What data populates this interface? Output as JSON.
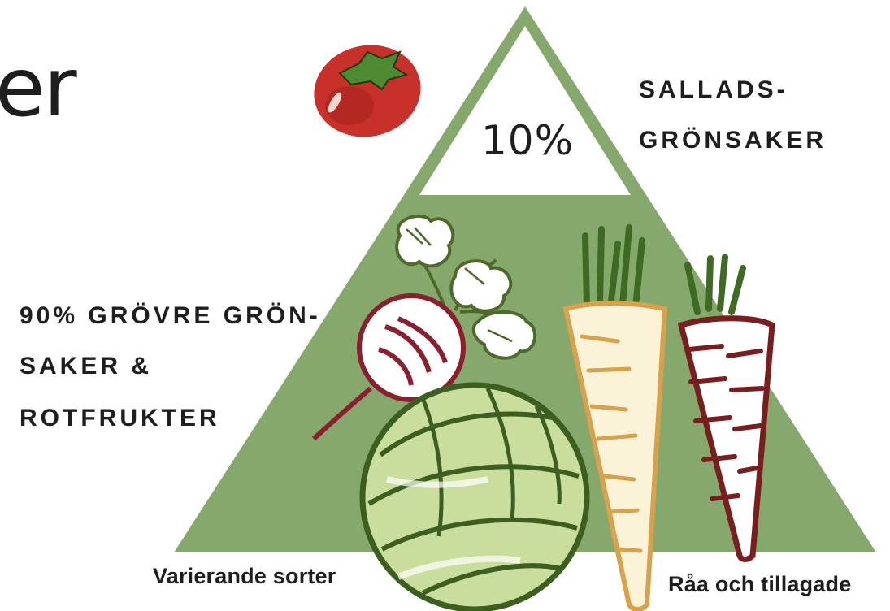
{
  "title_fragment": "er",
  "pyramid": {
    "top_percent": "10%",
    "top_label_line1": "SALLADS-",
    "top_label_line2": "GRÖNSAKER",
    "bottom_label_line1": "90% GRÖVRE GRÖN-",
    "bottom_label_line2": "SAKER &",
    "bottom_label_line3": "ROTFRUKTER",
    "left_caption": "Varierande sorter",
    "right_caption": "Råa och tillagade"
  },
  "colors": {
    "pyramid_green": "#85a96c",
    "tomato_red": "#c8312a",
    "beet_red": "#8b1f2e",
    "leaf_green": "#5f8a3a",
    "cabbage_green": "#c9dd9c",
    "parsnip_cream": "#fbf3d8",
    "parsnip_ochre": "#d9a24a",
    "carrot_dark": "#7a1d1f"
  },
  "illustrations": [
    "tomato-icon",
    "beet-icon",
    "cabbage-icon",
    "parsnip-icon",
    "carrot-icon"
  ]
}
